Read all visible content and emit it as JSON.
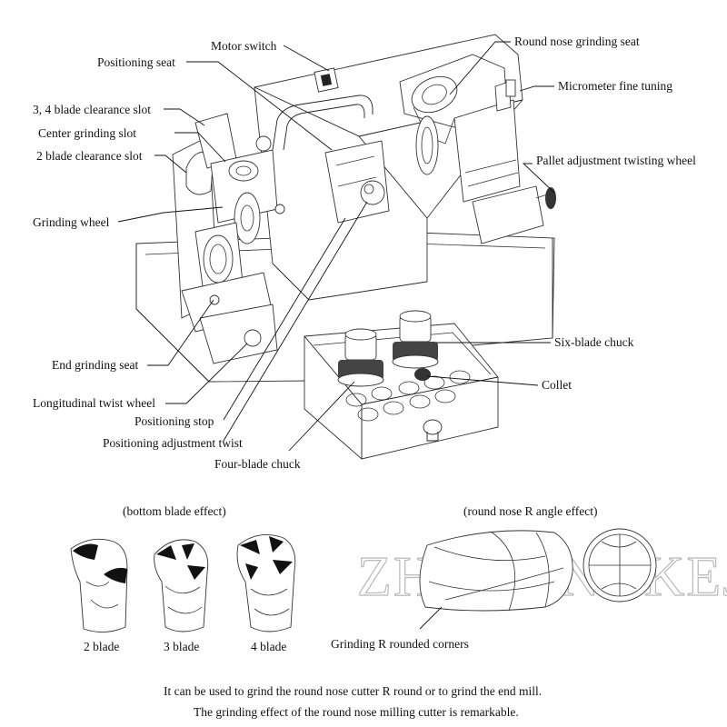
{
  "labels": {
    "motor_switch": "Motor switch",
    "positioning_seat": "Positioning seat",
    "blade_34_slot": "3, 4 blade clearance slot",
    "center_slot": "Center grinding slot",
    "blade_2_slot": "2 blade clearance slot",
    "grinding_wheel": "Grinding wheel",
    "end_seat": "End grinding seat",
    "long_wheel": "Longitudinal twist wheel",
    "pos_stop": "Positioning stop",
    "pos_adjust": "Positioning adjustment twist",
    "four_chuck": "Four-blade chuck",
    "round_seat": "Round nose grinding seat",
    "micrometer": "Micrometer fine tuning",
    "pallet_wheel": "Pallet adjustment twisting wheel",
    "six_chuck": "Six-blade chuck",
    "collet": "Collet"
  },
  "effects": {
    "bottom_title": "(bottom blade effect)",
    "round_title": "(round nose R angle effect)",
    "blade2": "2 blade",
    "blade3": "3 blade",
    "blade4": "4 blade",
    "rounded": "Grinding R rounded corners"
  },
  "captions": {
    "line1": "It can be used to grind the round nose cutter R round or to grind the end mill.",
    "line2": "The grinding effect of the round nose milling cutter is remarkable."
  },
  "watermark": "ZHENJINGKEJ"
}
